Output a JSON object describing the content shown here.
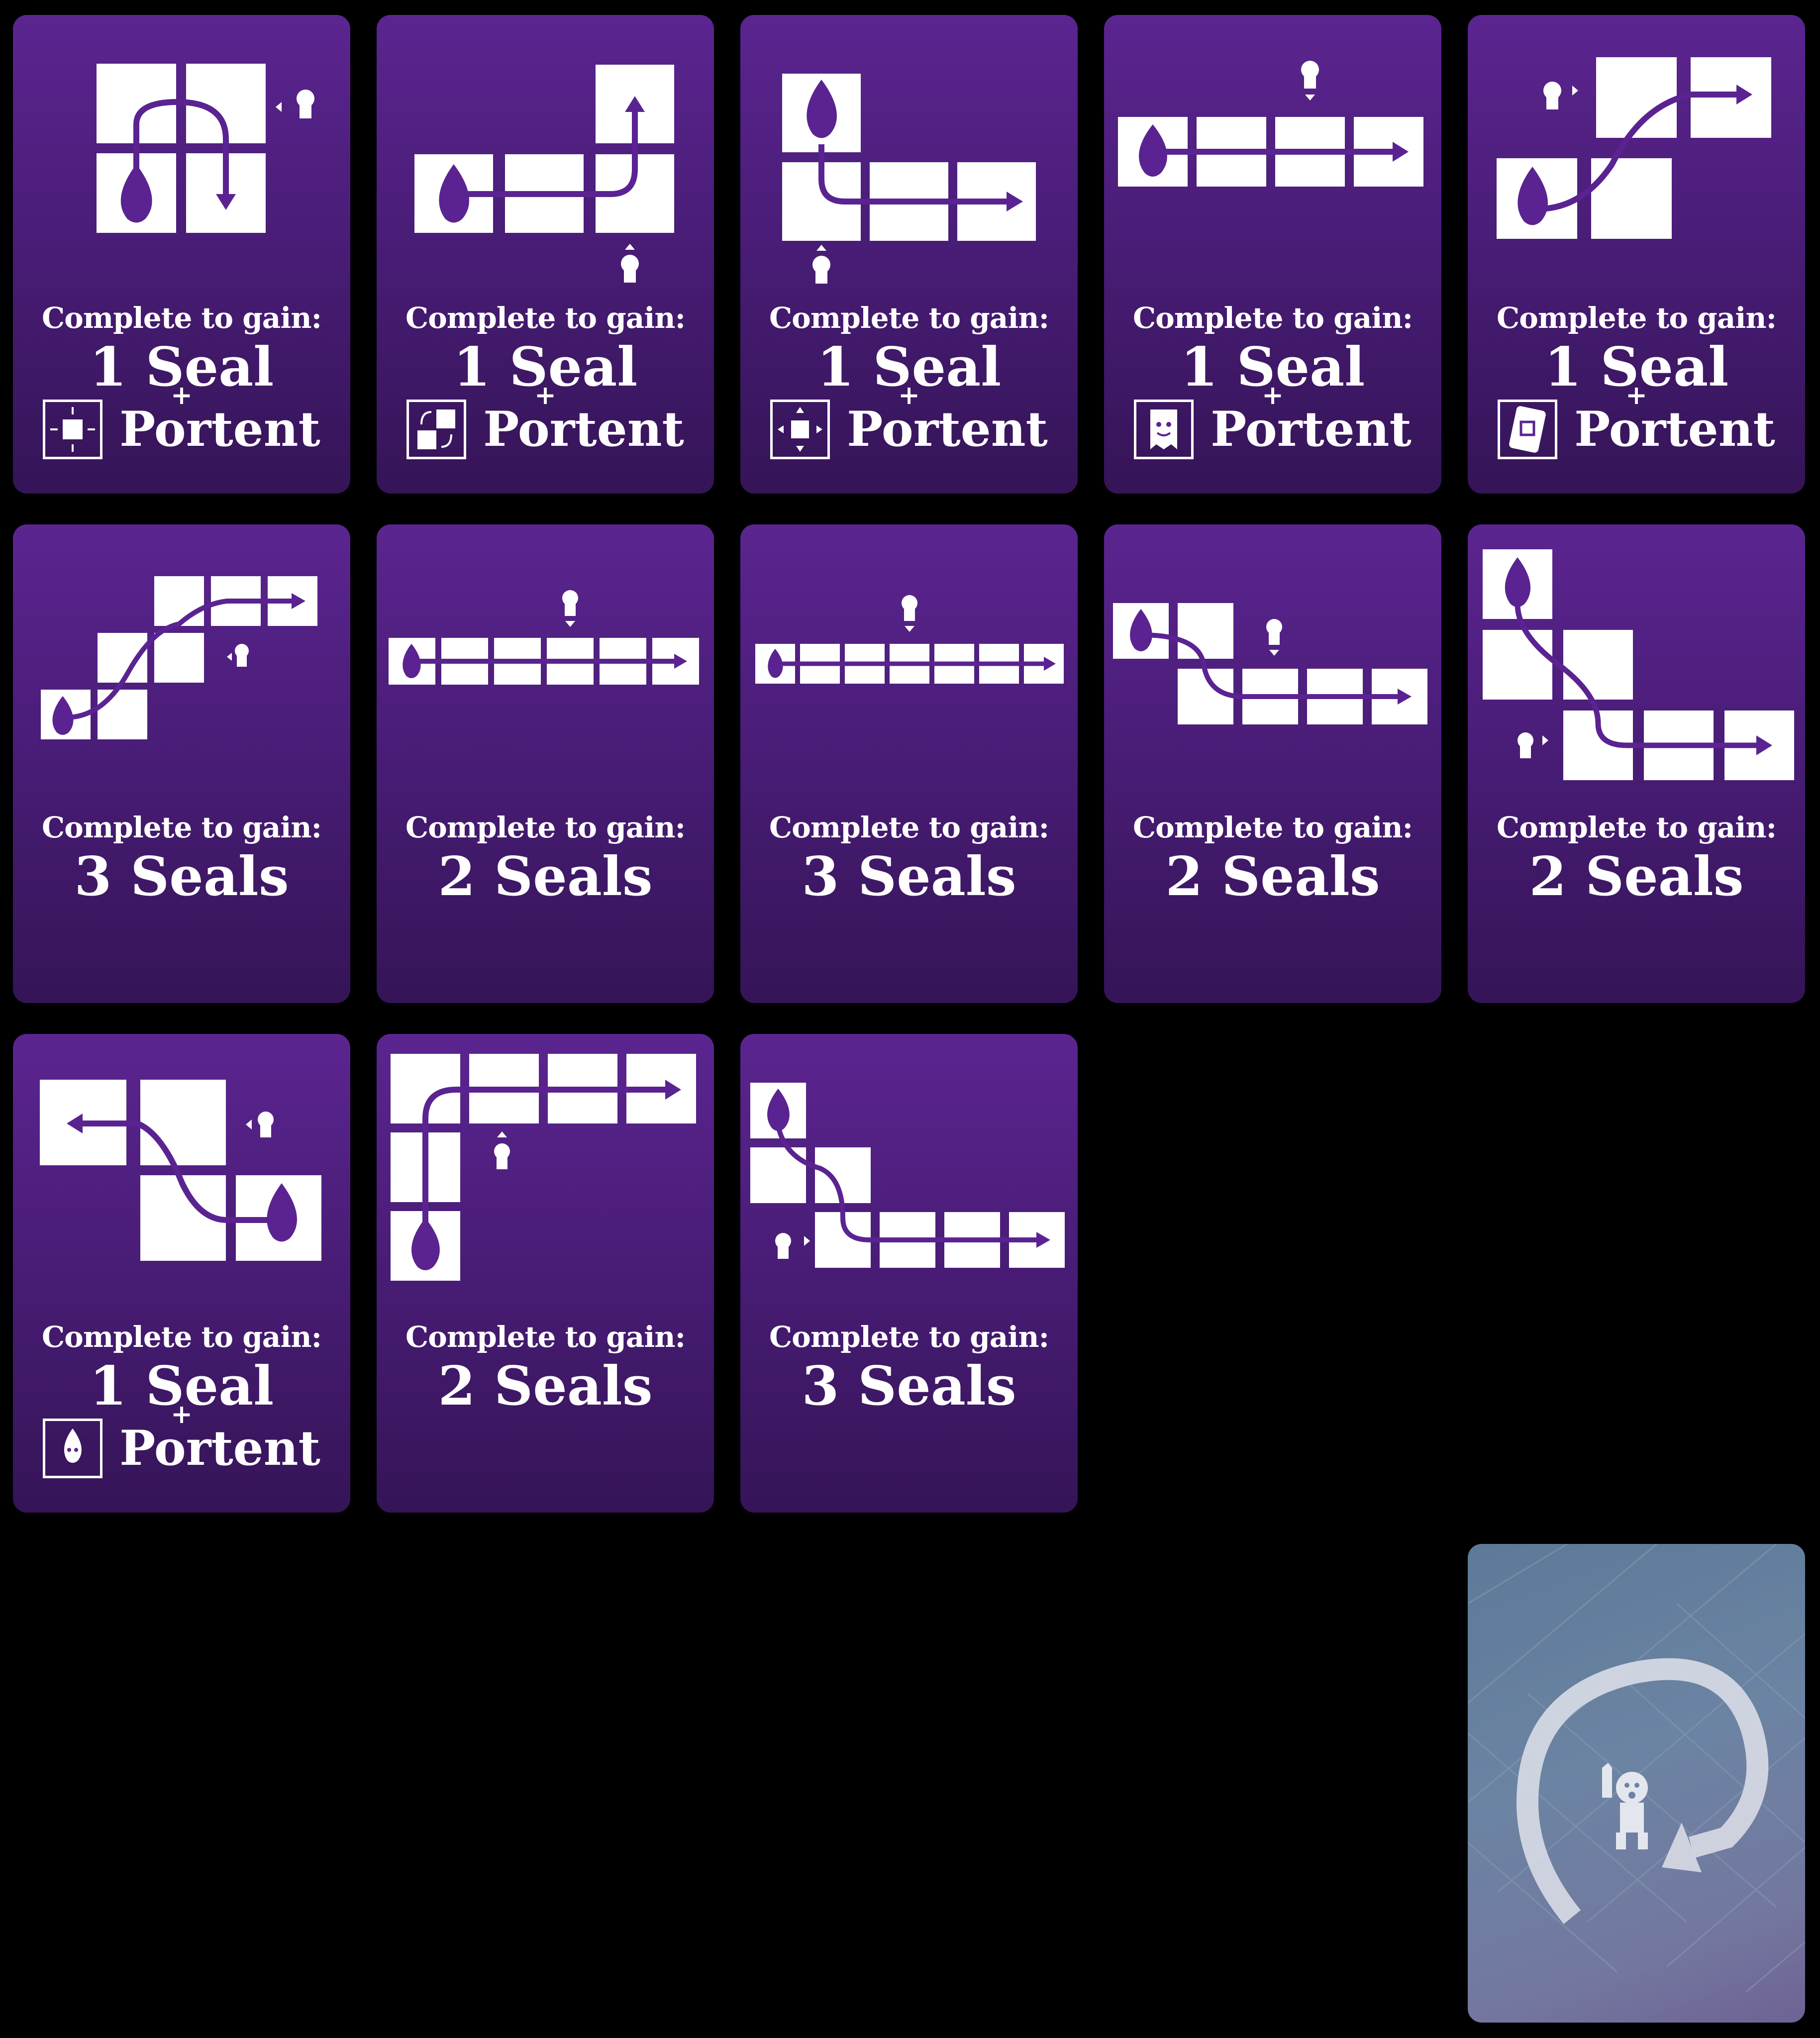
{
  "gain_label": "Complete to gain:",
  "portent_label": "Portent",
  "plus_sign": "+",
  "colors": {
    "card_top": "#5b2590",
    "card_bottom": "#351457",
    "tile": "#ffffff",
    "path": "#5a2391",
    "back_blue": "#6c84a3"
  },
  "cards": [
    {
      "reward": "1 Seal",
      "portent": true,
      "portent_icon": "expanding-tile-icon"
    },
    {
      "reward": "1 Seal",
      "portent": true,
      "portent_icon": "swap-tiles-icon"
    },
    {
      "reward": "1 Seal",
      "portent": true,
      "portent_icon": "move-tile-arrows-icon"
    },
    {
      "reward": "1 Seal",
      "portent": true,
      "portent_icon": "ghost-card-icon"
    },
    {
      "reward": "1 Seal",
      "portent": true,
      "portent_icon": "spiral-card-icon"
    },
    {
      "reward": "3 Seals",
      "portent": false
    },
    {
      "reward": "2 Seals",
      "portent": false
    },
    {
      "reward": "3 Seals",
      "portent": false
    },
    {
      "reward": "2 Seals",
      "portent": false
    },
    {
      "reward": "2 Seals",
      "portent": false
    },
    {
      "reward": "1 Seal",
      "portent": true,
      "portent_icon": "flame-creature-icon"
    },
    {
      "reward": "2 Seals",
      "portent": false
    },
    {
      "reward": "3 Seals",
      "portent": false
    }
  ],
  "card_back": {
    "icon": "imp-spiral-emblem-icon"
  }
}
